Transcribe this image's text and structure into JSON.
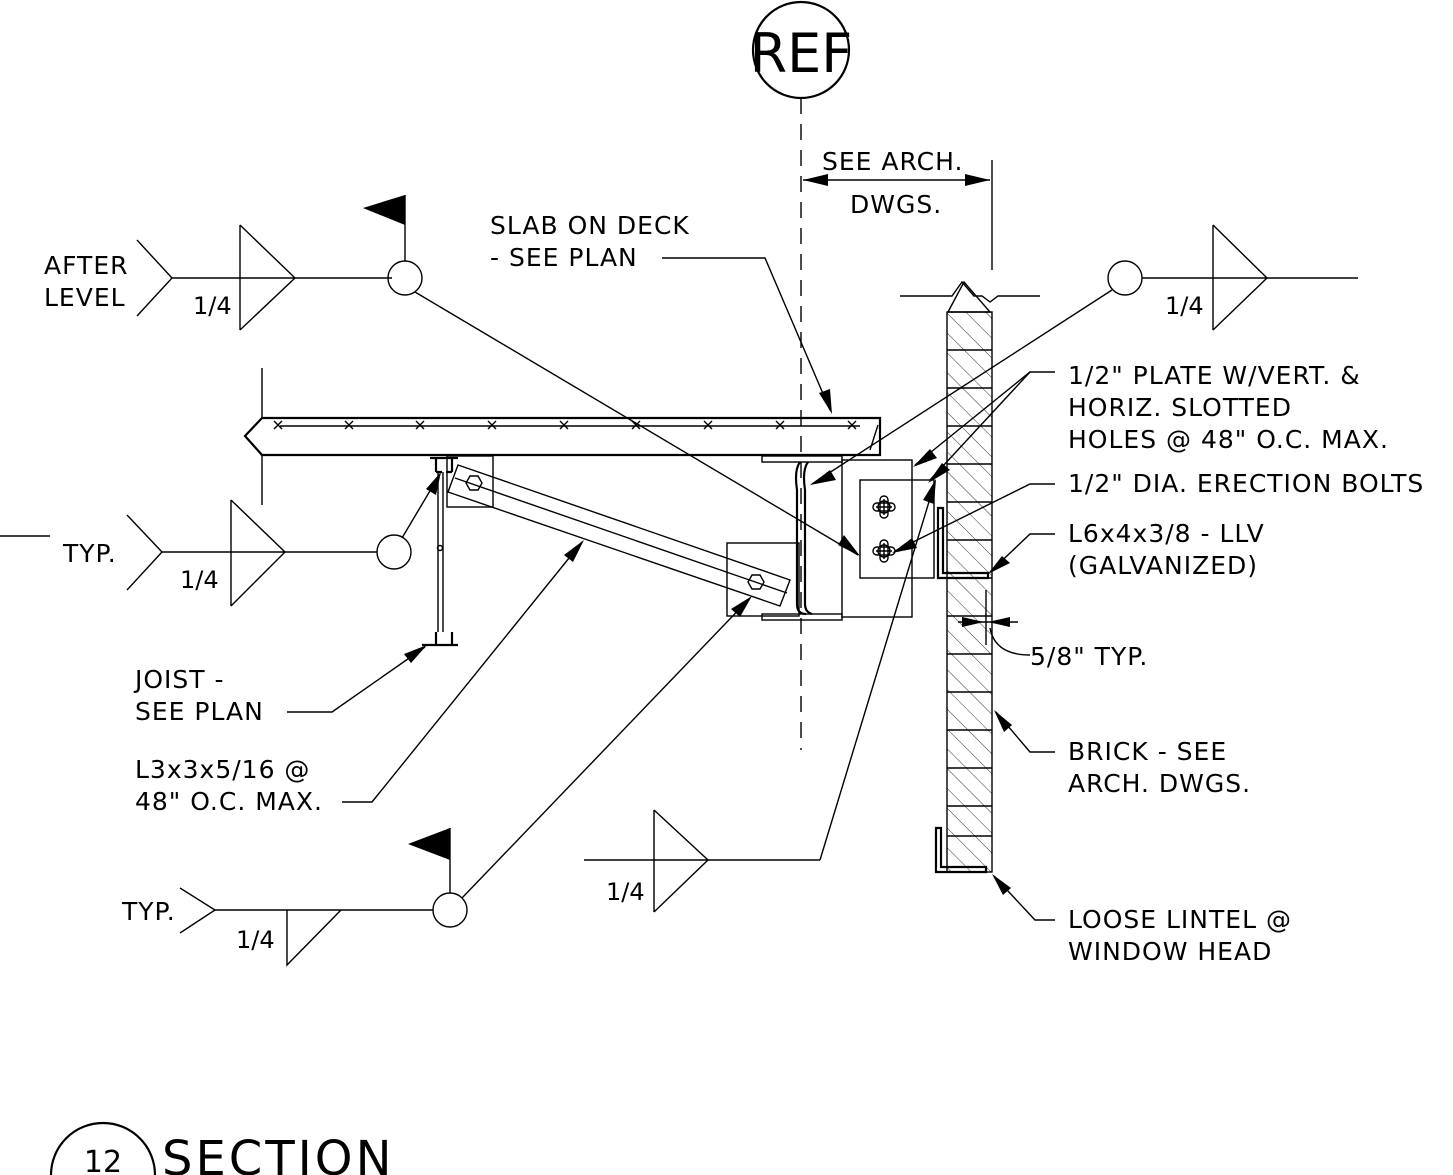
{
  "reference_tag": "REF",
  "dimension": {
    "line1": "SEE ARCH.",
    "line2": "DWGS.",
    "gap": "5/8\" TYP."
  },
  "welds": {
    "top_left_note1": "AFTER",
    "top_left_note2": "LEVEL",
    "top_left_size": "1/4",
    "top_right_size": "1/4",
    "mid_left_note": "TYP.",
    "mid_left_size": "1/4",
    "bottom_left_note": "TYP.",
    "bottom_left_size": "1/4",
    "bottom_mid_size": "1/4"
  },
  "callouts": {
    "slab_line1": "SLAB ON DECK",
    "slab_line2": "- SEE PLAN",
    "plate_line1": "1/2\" PLATE W/VERT. &",
    "plate_line2": "HORIZ. SLOTTED",
    "plate_line3": "HOLES @ 48\" O.C. MAX.",
    "bolts": "1/2\" DIA. ERECTION BOLTS",
    "angle_line1": "L6x4x3/8 - LLV",
    "angle_line2": "(GALVANIZED)",
    "joist_line1": "JOIST -",
    "joist_line2": "SEE PLAN",
    "brace_line1": "L3x3x5/16 @",
    "brace_line2": "48\" O.C. MAX.",
    "brick_line1": "BRICK - SEE",
    "brick_line2": "ARCH. DWGS.",
    "lintel_line1": "LOOSE LINTEL @",
    "lintel_line2": "WINDOW HEAD"
  },
  "section_mark": {
    "number": "12",
    "title": "SECTION"
  }
}
